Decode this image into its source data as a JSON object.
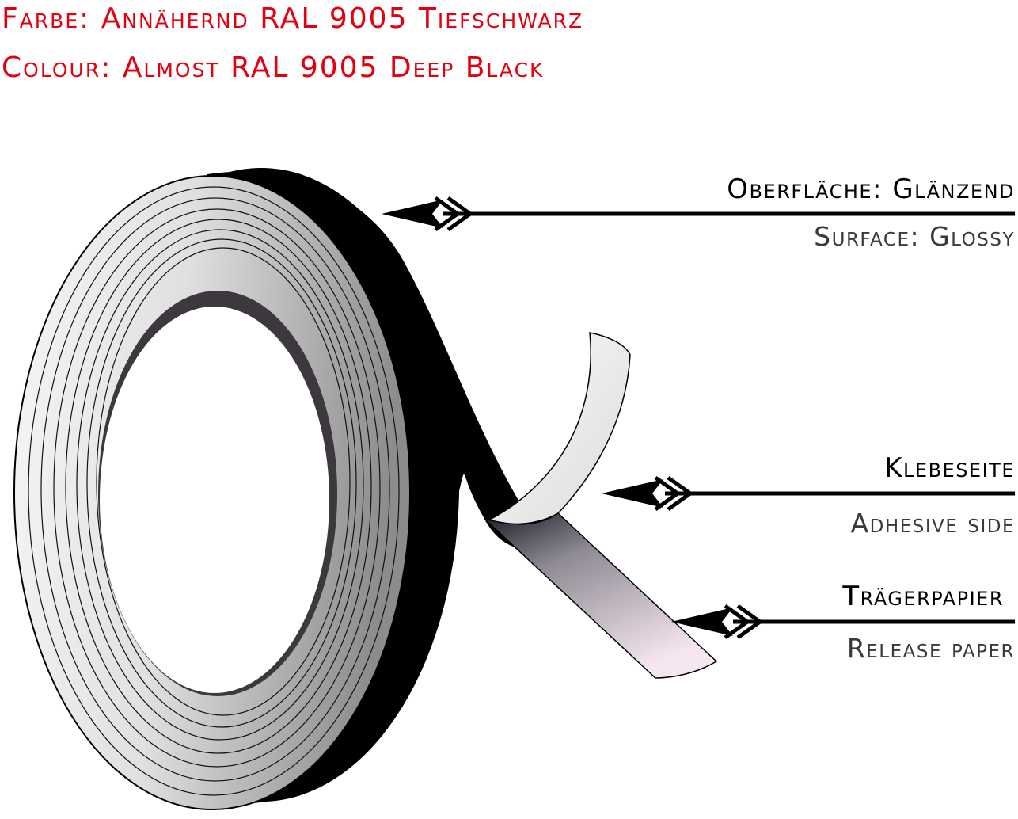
{
  "header": {
    "color_line_de": "Farbe: Annähernd RAL 9005 Tiefschwarz",
    "color_line_en": "Colour: Almost RAL 9005 Deep Black",
    "text_color": "#e3000f"
  },
  "callouts": [
    {
      "id": "surface",
      "label_de": "Oberfläche: Glänzend",
      "label_en": "Surface: Glossy"
    },
    {
      "id": "adhesive",
      "label_de": "Klebeseite",
      "label_en": "Adhesive side"
    },
    {
      "id": "release",
      "label_de": "Trägerpapier",
      "label_en": "Release paper"
    }
  ],
  "colors": {
    "tape_black": "#000000",
    "roll_side_light": "#f4f4f4",
    "roll_side_dark": "#8f8f8f",
    "core_ring": "#3c383e",
    "release_paper_tint": "#f3e4ef"
  },
  "icons": {
    "arrow": "double-chevron-arrow-left"
  }
}
